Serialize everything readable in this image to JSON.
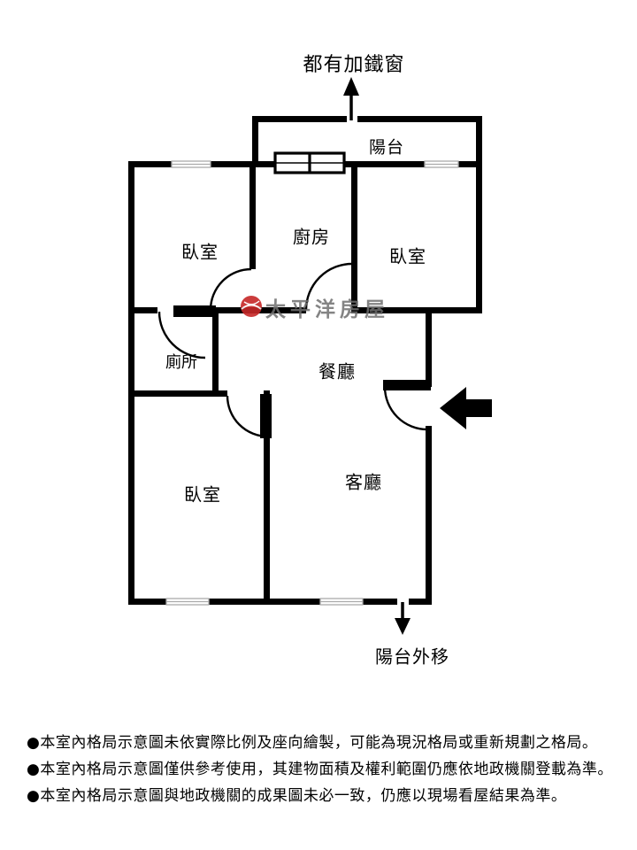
{
  "title": "都有加鐵窗",
  "rooms": {
    "balcony": "陽台",
    "bedroom_left": "臥室",
    "kitchen": "廚房",
    "bedroom_right": "臥室",
    "toilet": "廁所",
    "dining": "餐廳",
    "bedroom_bottom": "臥室",
    "living": "客廳"
  },
  "annotations": {
    "balcony_moved": "陽台外移"
  },
  "watermark": {
    "brand": "太平洋房屋"
  },
  "colors": {
    "wall": "#000000",
    "window_gray": "#aaaaaa",
    "logo_red": "#c62828",
    "watermark_gray": "#6f6f6f"
  },
  "disclaimers": [
    "●本室內格局示意圖未依實際比例及座向繪製，可能為現況格局或重新規劃之格局。",
    "●本室內格局示意圖僅供參考使用，其建物面積及權利範圍仍應依地政機關登載為準。",
    "●本室內格局示意圖與地政機關的成果圖未必一致，仍應以現場看屋結果為準。"
  ]
}
